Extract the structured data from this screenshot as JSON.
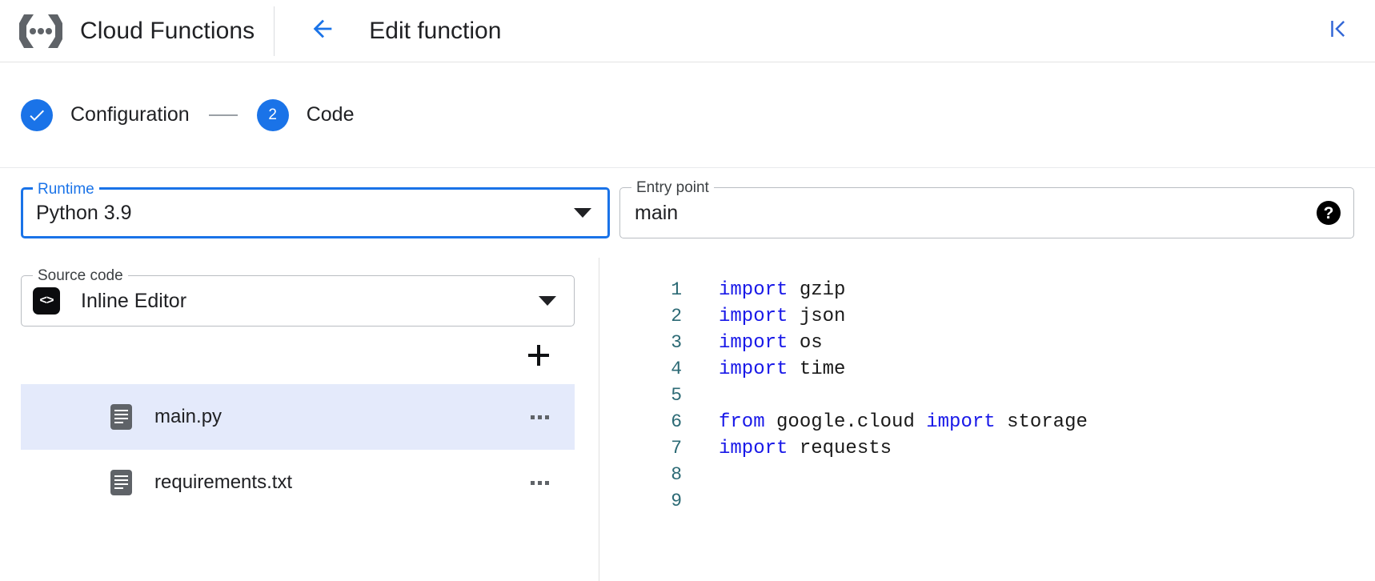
{
  "appbar": {
    "product_icon": "cloud-functions-logo",
    "product_title": "Cloud Functions",
    "back_icon": "arrow-left-icon",
    "page_title": "Edit function",
    "collapse_icon": "first-page-icon",
    "accent_color": "#1a73e8"
  },
  "stepper": {
    "steps": [
      {
        "marker": "✓",
        "label": "Configuration",
        "state": "completed"
      },
      {
        "marker": "2",
        "label": "Code",
        "state": "active"
      }
    ],
    "connector": "—"
  },
  "form": {
    "runtime": {
      "label": "Runtime",
      "value": "Python 3.9",
      "focused": true,
      "dropdown_icon": "chevron-down-icon",
      "help_icon": "help-icon"
    },
    "entry_point": {
      "label": "Entry point",
      "value": "main",
      "placeholder": "Entry point",
      "help_icon": "help-icon"
    },
    "source_code": {
      "label": "Source code",
      "value": "Inline Editor",
      "chip_glyph": "<>",
      "chip_icon": "code-brackets-icon",
      "dropdown_icon": "chevron-down-icon"
    }
  },
  "files": {
    "add_icon": "plus-icon",
    "more_icon": "more-horizontal-icon",
    "items": [
      {
        "name": "main.py",
        "icon": "file-icon",
        "selected": true
      },
      {
        "name": "requirements.txt",
        "icon": "file-icon",
        "selected": false
      }
    ]
  },
  "editor": {
    "lines": [
      {
        "num": "1",
        "tokens": [
          {
            "t": "import",
            "k": true
          },
          {
            "t": " gzip",
            "k": false
          }
        ]
      },
      {
        "num": "2",
        "tokens": [
          {
            "t": "import",
            "k": true
          },
          {
            "t": " json",
            "k": false
          }
        ]
      },
      {
        "num": "3",
        "tokens": [
          {
            "t": "import",
            "k": true
          },
          {
            "t": " os",
            "k": false
          }
        ]
      },
      {
        "num": "4",
        "tokens": [
          {
            "t": "import",
            "k": true
          },
          {
            "t": " time",
            "k": false
          }
        ]
      },
      {
        "num": "5",
        "tokens": []
      },
      {
        "num": "6",
        "tokens": [
          {
            "t": "from",
            "k": true
          },
          {
            "t": " google.cloud ",
            "k": false
          },
          {
            "t": "import",
            "k": true
          },
          {
            "t": " storage",
            "k": false
          }
        ]
      },
      {
        "num": "7",
        "tokens": [
          {
            "t": "import",
            "k": true
          },
          {
            "t": " requests",
            "k": false
          }
        ]
      },
      {
        "num": "8",
        "tokens": []
      },
      {
        "num": "9",
        "tokens": []
      }
    ],
    "keyword_color": "#1818e8",
    "gutter_color": "#2c6a75",
    "text_color": "#1a1a1a"
  }
}
